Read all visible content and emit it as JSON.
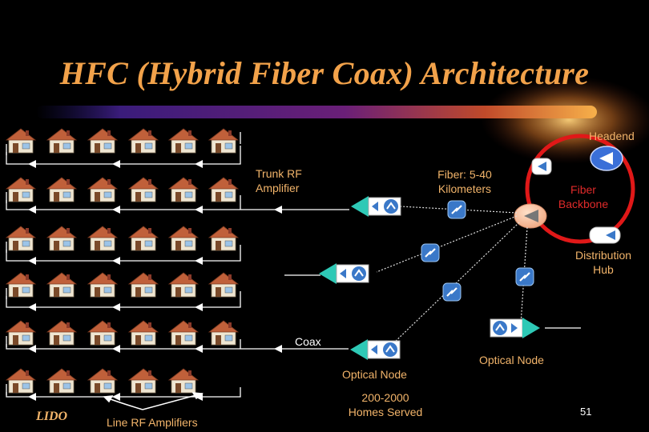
{
  "title": "HFC (Hybrid Fiber Coax) Architecture",
  "labels": {
    "headend": "Headend",
    "trunk_line1": "Trunk RF",
    "trunk_line2": "Amplifier",
    "fiber_line1": "Fiber: 5-40",
    "fiber_line2": "Kilometers",
    "backbone_line1": "Fiber",
    "backbone_line2": "Backbone",
    "hub_line1": "Distribution",
    "hub_line2": "Hub",
    "coax": "Coax",
    "optical_node_left": "Optical Node",
    "optical_node_right": "Optical Node",
    "homes_line1": "200-2000",
    "homes_line2": "Homes Served",
    "line_amps": "Line RF Amplifiers",
    "lido": "LIDO",
    "page_number": "51"
  },
  "colors": {
    "title": "#f2a24a",
    "label": "#f2b46a",
    "ring": "#e01818",
    "node": "#2ec9b6",
    "badge": "#3a78c8",
    "house_roof": "#c0603a",
    "house_wall": "#efe6d2"
  },
  "icons": {
    "house": "house-icon",
    "amplifier": "amplifier-triangle-icon",
    "optical_node": "optical-node-icon",
    "fiber_splice": "fiber-splice-icon",
    "distribution_hub": "distribution-hub-icon",
    "headend": "headend-icon"
  }
}
